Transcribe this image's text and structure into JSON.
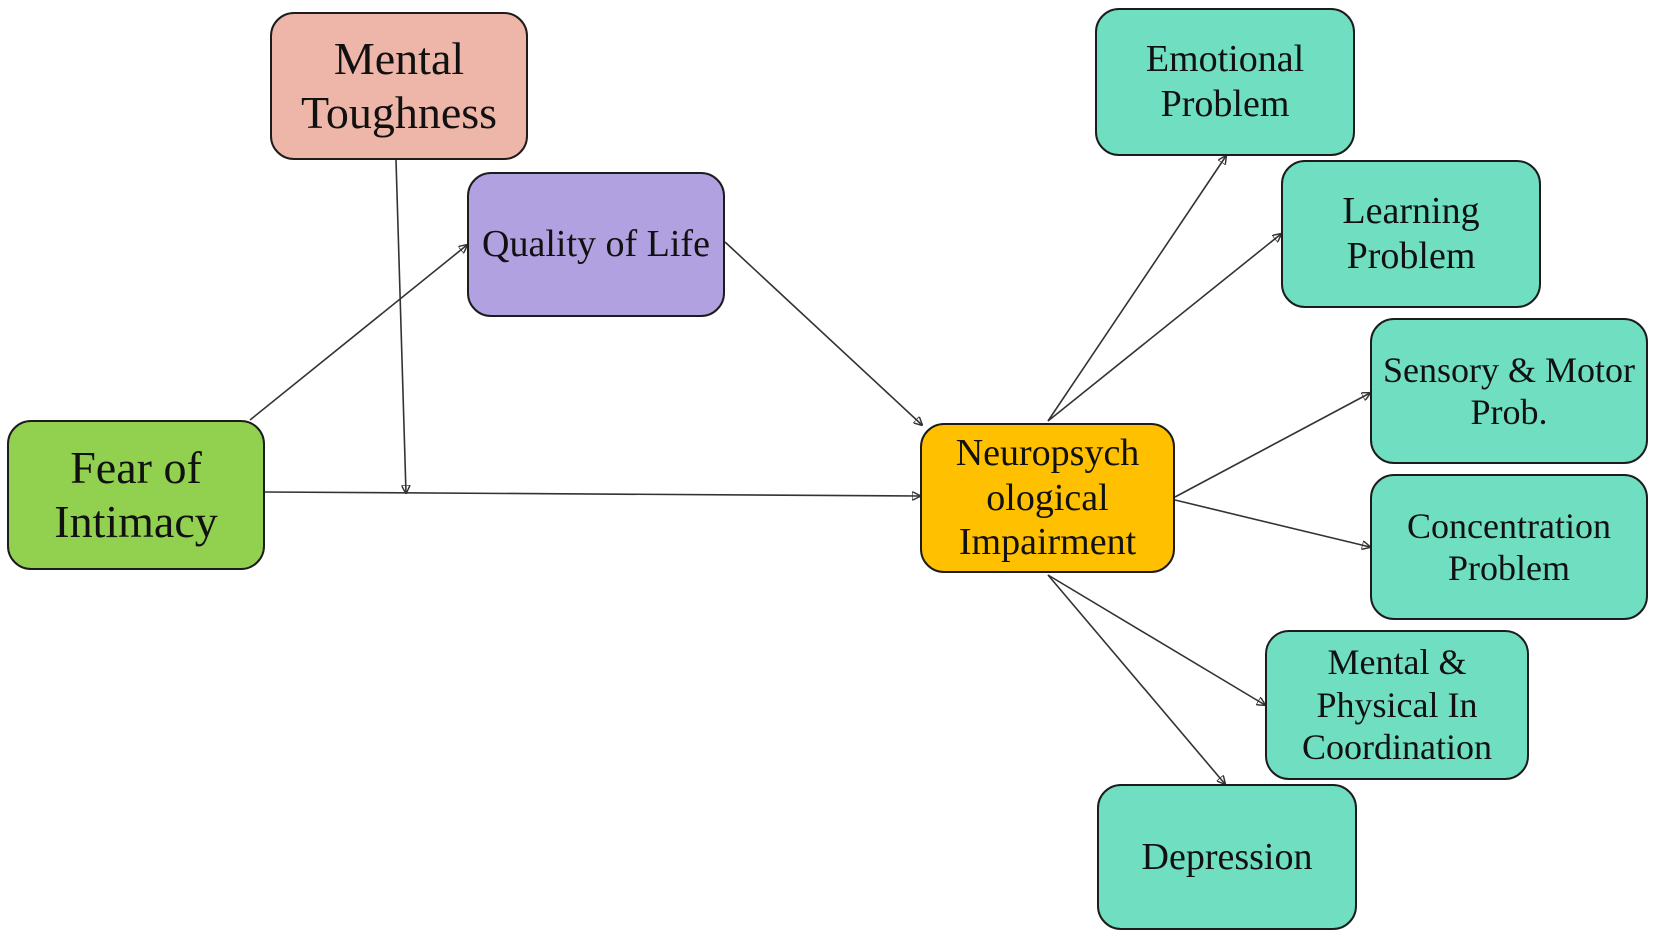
{
  "nodes": {
    "mental_toughness": {
      "label": "Mental Toughness",
      "color": "#eeb6a8"
    },
    "quality_of_life": {
      "label": "Quality of Life",
      "color": "#b2a1e0"
    },
    "fear_of_intimacy": {
      "label": "Fear of Intimacy",
      "color": "#92d050"
    },
    "neuro_impairment": {
      "label": "Neuropsych ological Impairment",
      "color": "#ffc000"
    },
    "emotional_problem": {
      "label": "Emotional Problem",
      "color": "#6fdec1"
    },
    "learning_problem": {
      "label": "Learning Problem",
      "color": "#6fdec1"
    },
    "sensory_motor": {
      "label": "Sensory & Motor Prob.",
      "color": "#6fdec1"
    },
    "concentration_problem": {
      "label": "Concentration Problem",
      "color": "#6fdec1"
    },
    "mental_physical": {
      "label": "Mental & Physical In Coordination",
      "color": "#6fdec1"
    },
    "depression": {
      "label": "Depression",
      "color": "#6fdec1"
    }
  },
  "edges": [
    {
      "from": "fear_of_intimacy",
      "to": "quality_of_life"
    },
    {
      "from": "quality_of_life",
      "to": "neuro_impairment"
    },
    {
      "from": "fear_of_intimacy",
      "to": "neuro_impairment"
    },
    {
      "from": "mental_toughness",
      "to": "fear_of_intimacy->neuro_impairment",
      "kind": "moderation"
    },
    {
      "from": "neuro_impairment",
      "to": "emotional_problem"
    },
    {
      "from": "neuro_impairment",
      "to": "learning_problem"
    },
    {
      "from": "neuro_impairment",
      "to": "sensory_motor"
    },
    {
      "from": "neuro_impairment",
      "to": "concentration_problem"
    },
    {
      "from": "neuro_impairment",
      "to": "mental_physical"
    },
    {
      "from": "neuro_impairment",
      "to": "depression"
    }
  ]
}
